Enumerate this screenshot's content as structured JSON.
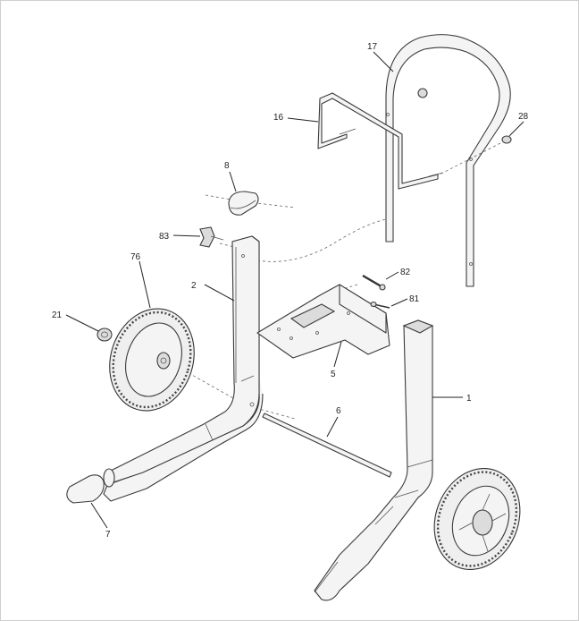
{
  "callouts": {
    "c1": "1",
    "c2": "2",
    "c5": "5",
    "c6": "6",
    "c7": "7",
    "c8": "8",
    "c16": "16",
    "c17": "17",
    "c21": "21",
    "c28": "28",
    "c76": "76",
    "c81": "81",
    "c82": "82",
    "c83": "83"
  }
}
